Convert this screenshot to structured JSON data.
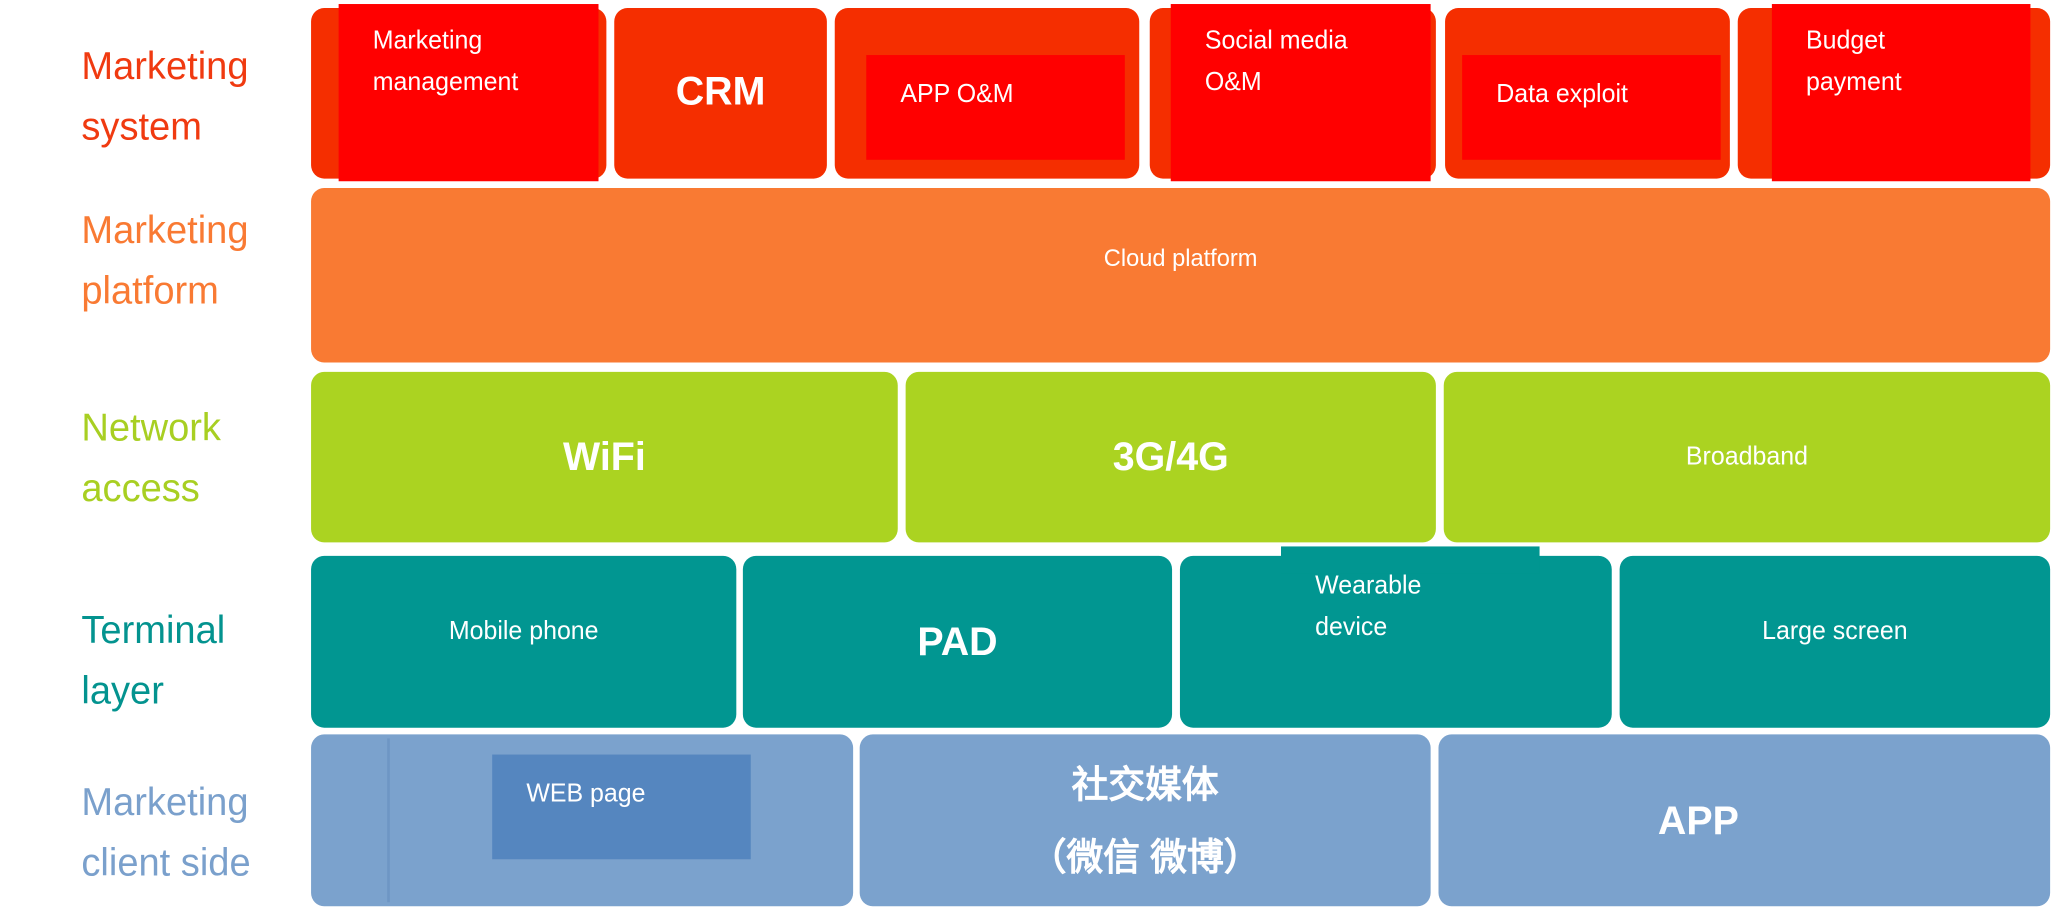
{
  "layers": {
    "marketing_system": {
      "label_line1": "Marketing",
      "label_line2": "system",
      "color": "#f03a10",
      "items": [
        "Marketing management",
        "CRM",
        "APP O&M",
        "Social media O&M",
        "Data exploit",
        "Budget payment"
      ],
      "mm1": "Marketing",
      "mm2": "management",
      "sm1": "Social media",
      "sm2": "O&M",
      "bp1": "Budget",
      "bp2": "payment"
    },
    "marketing_platform": {
      "label_line1": "Marketing",
      "label_line2": "platform",
      "color": "#f97a33",
      "items": [
        "Cloud platform"
      ]
    },
    "network_access": {
      "label_line1": "Network",
      "label_line2": "access",
      "color": "#abd321",
      "items": [
        "WiFi",
        "3G/4G",
        "Broadband"
      ]
    },
    "terminal_layer": {
      "label_line1": "Terminal",
      "label_line2": "layer",
      "color": "#019691",
      "items": [
        "Mobile phone",
        "PAD",
        "Wearable device",
        "Large screen"
      ],
      "wd1": "Wearable",
      "wd2": "device"
    },
    "client_side": {
      "label_line1": "Marketing",
      "label_line2": "client side",
      "color": "#7ba2cd",
      "items": [
        "WEB page",
        "社交媒体",
        "（微信 微博）",
        "APP"
      ]
    }
  }
}
